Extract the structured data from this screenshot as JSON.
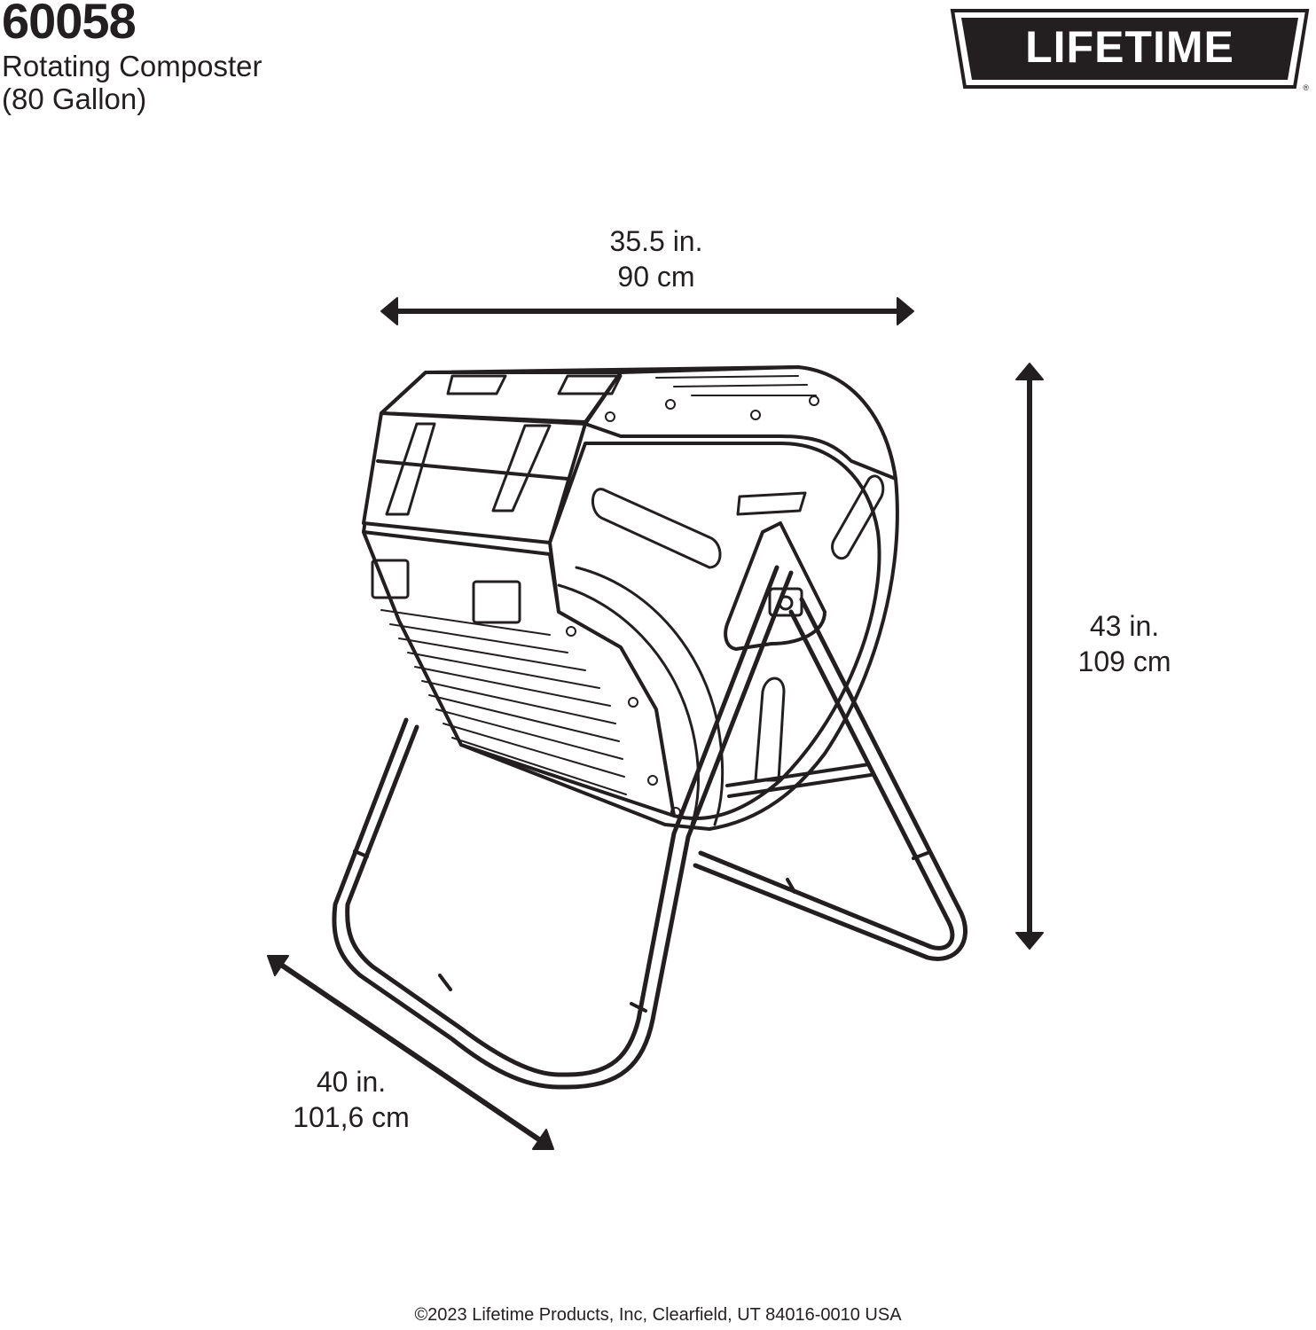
{
  "header": {
    "model_number": "60058",
    "product_name_line1": "Rotating Composter",
    "product_name_line2": "(80 Gallon)"
  },
  "logo": {
    "text": "LIFETIME",
    "registered_mark": "®"
  },
  "dimensions": {
    "width": {
      "imperial": "35.5 in.",
      "metric": "90 cm"
    },
    "height": {
      "imperial": "43 in.",
      "metric": "109 cm"
    },
    "depth": {
      "imperial": "40 in.",
      "metric": "101,6 cm"
    }
  },
  "footer": {
    "copyright": "©2023 Lifetime Products, Inc, Clearfield, UT 84016-0010 USA"
  },
  "colors": {
    "ink": "#231f20",
    "background": "#ffffff"
  }
}
